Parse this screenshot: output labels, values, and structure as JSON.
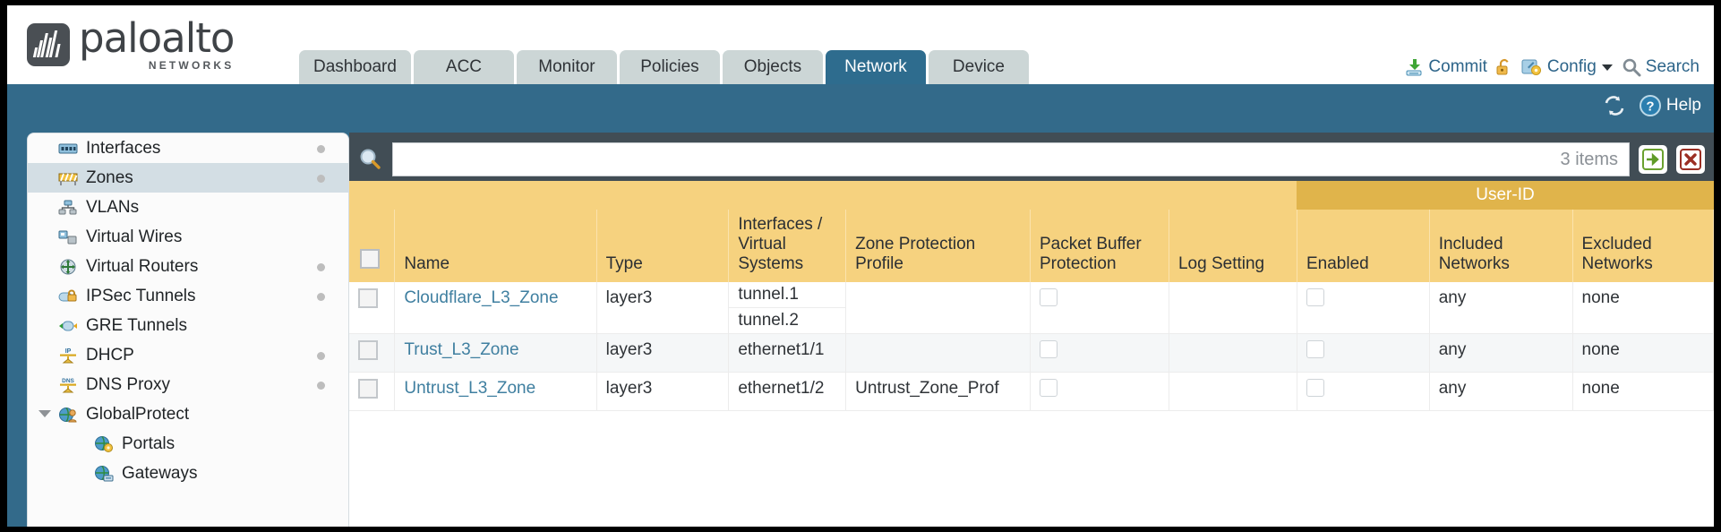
{
  "brand": {
    "name": "paloalto",
    "tagline": "NETWORKS",
    "registered": "®"
  },
  "nav": {
    "tabs": [
      {
        "label": "Dashboard",
        "active": false
      },
      {
        "label": "ACC",
        "active": false
      },
      {
        "label": "Monitor",
        "active": false
      },
      {
        "label": "Policies",
        "active": false
      },
      {
        "label": "Objects",
        "active": false
      },
      {
        "label": "Network",
        "active": true
      },
      {
        "label": "Device",
        "active": false
      }
    ]
  },
  "header_actions": {
    "commit": "Commit",
    "lock": "",
    "config": "Config",
    "search": "Search"
  },
  "band": {
    "refresh": "",
    "help": "Help"
  },
  "sidebar": {
    "items": [
      {
        "label": "Interfaces",
        "icon": "interfaces-icon",
        "dot": true,
        "selected": false,
        "sub": false,
        "caret": false
      },
      {
        "label": "Zones",
        "icon": "zones-icon",
        "dot": true,
        "selected": true,
        "sub": false,
        "caret": false
      },
      {
        "label": "VLANs",
        "icon": "vlans-icon",
        "dot": false,
        "selected": false,
        "sub": false,
        "caret": false
      },
      {
        "label": "Virtual Wires",
        "icon": "virtual-wires-icon",
        "dot": false,
        "selected": false,
        "sub": false,
        "caret": false
      },
      {
        "label": "Virtual Routers",
        "icon": "virtual-routers-icon",
        "dot": true,
        "selected": false,
        "sub": false,
        "caret": false
      },
      {
        "label": "IPSec Tunnels",
        "icon": "ipsec-tunnels-icon",
        "dot": true,
        "selected": false,
        "sub": false,
        "caret": false
      },
      {
        "label": "GRE Tunnels",
        "icon": "gre-tunnels-icon",
        "dot": false,
        "selected": false,
        "sub": false,
        "caret": false
      },
      {
        "label": "DHCP",
        "icon": "dhcp-icon",
        "dot": true,
        "selected": false,
        "sub": false,
        "caret": false
      },
      {
        "label": "DNS Proxy",
        "icon": "dns-proxy-icon",
        "dot": true,
        "selected": false,
        "sub": false,
        "caret": false
      },
      {
        "label": "GlobalProtect",
        "icon": "globalprotect-icon",
        "dot": false,
        "selected": false,
        "sub": false,
        "caret": true
      },
      {
        "label": "Portals",
        "icon": "portals-icon",
        "dot": false,
        "selected": false,
        "sub": true,
        "caret": false
      },
      {
        "label": "Gateways",
        "icon": "gateways-icon",
        "dot": false,
        "selected": false,
        "sub": true,
        "caret": false
      }
    ]
  },
  "search": {
    "value": "",
    "item_count": "3 items",
    "apply_label": "",
    "clear_label": ""
  },
  "table": {
    "group_header": "User-ID",
    "columns": [
      "Name",
      "Type",
      "Interfaces / Virtual Systems",
      "Zone Protection Profile",
      "Packet Buffer Protection",
      "Log Setting",
      "Enabled",
      "Included Networks",
      "Excluded Networks"
    ],
    "rows": [
      {
        "selected": false,
        "name": "Cloudflare_L3_Zone",
        "type": "layer3",
        "interfaces": [
          "tunnel.1",
          "tunnel.2"
        ],
        "zone_protection_profile": "",
        "packet_buffer_protection": false,
        "log_setting": "",
        "enabled": false,
        "included_networks": "any",
        "excluded_networks": "none"
      },
      {
        "selected": false,
        "name": "Trust_L3_Zone",
        "type": "layer3",
        "interfaces": [
          "ethernet1/1"
        ],
        "zone_protection_profile": "",
        "packet_buffer_protection": false,
        "log_setting": "",
        "enabled": false,
        "included_networks": "any",
        "excluded_networks": "none"
      },
      {
        "selected": false,
        "name": "Untrust_L3_Zone",
        "type": "layer3",
        "interfaces": [
          "ethernet1/2"
        ],
        "zone_protection_profile": "Untrust_Zone_Prof",
        "packet_buffer_protection": false,
        "log_setting": "",
        "enabled": false,
        "included_networks": "any",
        "excluded_networks": "none"
      }
    ]
  },
  "colors": {
    "brand_dark": "#4a4f54",
    "band_blue": "#336a8a",
    "tab_active": "#2e6c8e",
    "tab_inactive": "#ccd6d6",
    "table_header": "#f6d27f",
    "table_group_header": "#e0b44b",
    "link": "#3f7fa0",
    "panel_dark": "#414d55"
  }
}
